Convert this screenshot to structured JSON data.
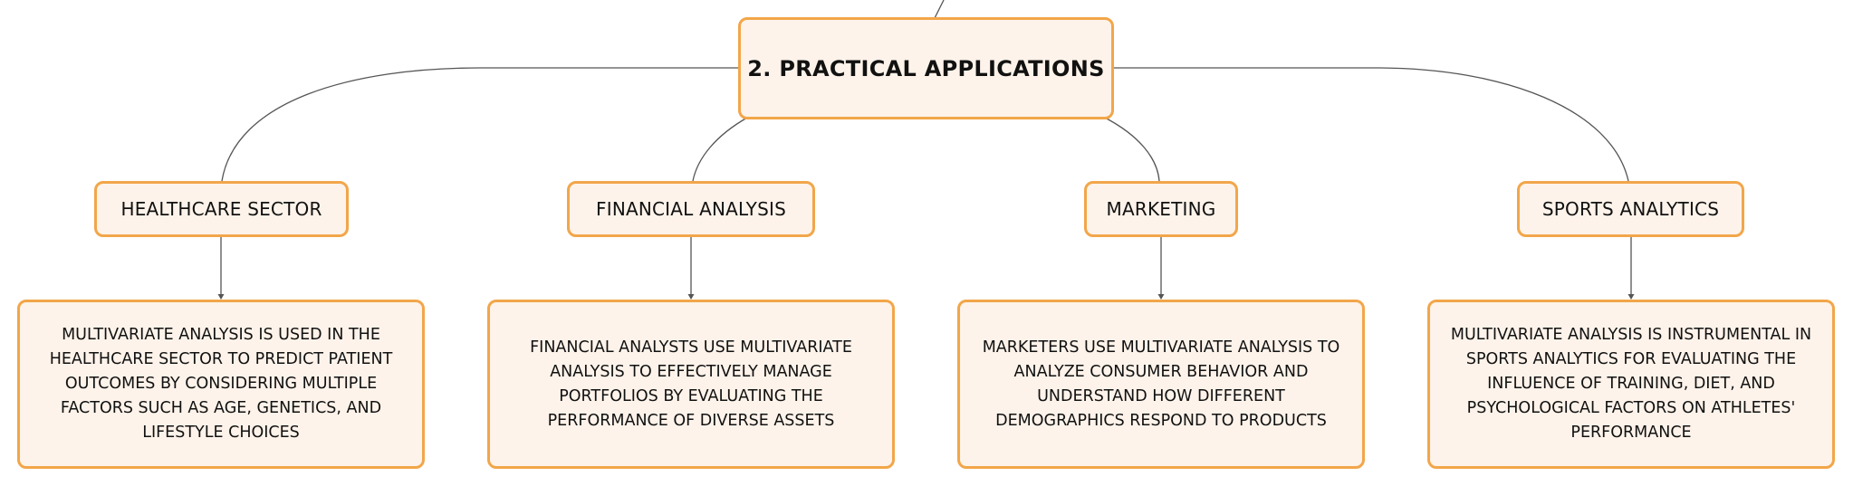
{
  "diagram": {
    "root": {
      "label": "2. PRACTICAL APPLICATIONS"
    },
    "branches": [
      {
        "label": "HEALTHCARE SECTOR",
        "detail": "MULTIVARIATE ANALYSIS IS USED IN THE HEALTHCARE SECTOR TO PREDICT PATIENT OUTCOMES BY CONSIDERING MULTIPLE FACTORS SUCH AS AGE, GENETICS, AND LIFESTYLE CHOICES"
      },
      {
        "label": "FINANCIAL ANALYSIS",
        "detail": "FINANCIAL ANALYSTS USE MULTIVARIATE ANALYSIS TO EFFECTIVELY MANAGE PORTFOLIOS BY EVALUATING THE PERFORMANCE OF DIVERSE ASSETS"
      },
      {
        "label": "MARKETING",
        "detail": "MARKETERS USE MULTIVARIATE ANALYSIS TO ANALYZE CONSUMER BEHAVIOR AND UNDERSTAND HOW DIFFERENT DEMOGRAPHICS RESPOND TO PRODUCTS"
      },
      {
        "label": "SPORTS ANALYTICS",
        "detail": "MULTIVARIATE ANALYSIS IS INSTRUMENTAL IN SPORTS ANALYTICS FOR EVALUATING THE INFLUENCE OF TRAINING, DIET, AND PSYCHOLOGICAL FACTORS ON ATHLETES' PERFORMANCE"
      }
    ]
  },
  "colors": {
    "node_fill": "#fdf3ea",
    "node_border": "#f2a64a",
    "connector": "#555555",
    "text": "#111111"
  }
}
